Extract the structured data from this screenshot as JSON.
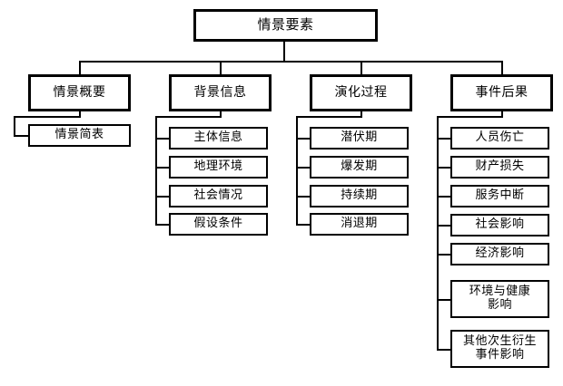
{
  "diagram": {
    "type": "tree-hierarchy",
    "title": "情景要素",
    "root": {
      "label": "情景要素"
    },
    "branches": [
      {
        "label": "情景概要",
        "children": [
          {
            "label": "情景简表"
          }
        ]
      },
      {
        "label": "背景信息",
        "children": [
          {
            "label": "主体信息"
          },
          {
            "label": "地理环境"
          },
          {
            "label": "社会情况"
          },
          {
            "label": "假设条件"
          }
        ]
      },
      {
        "label": "演化过程",
        "children": [
          {
            "label": "潜伏期"
          },
          {
            "label": "爆发期"
          },
          {
            "label": "持续期"
          },
          {
            "label": "消退期"
          }
        ]
      },
      {
        "label": "事件后果",
        "children": [
          {
            "label": "人员伤亡"
          },
          {
            "label": "财产损失"
          },
          {
            "label": "服务中断"
          },
          {
            "label": "社会影响"
          },
          {
            "label": "经济影响"
          },
          {
            "label": "环境与健康\n影响"
          },
          {
            "label": "其他次生衍生\n事件影响"
          }
        ]
      }
    ],
    "colors": {
      "background": "#ffffff",
      "stroke": "#000000",
      "text": "#000000"
    }
  }
}
